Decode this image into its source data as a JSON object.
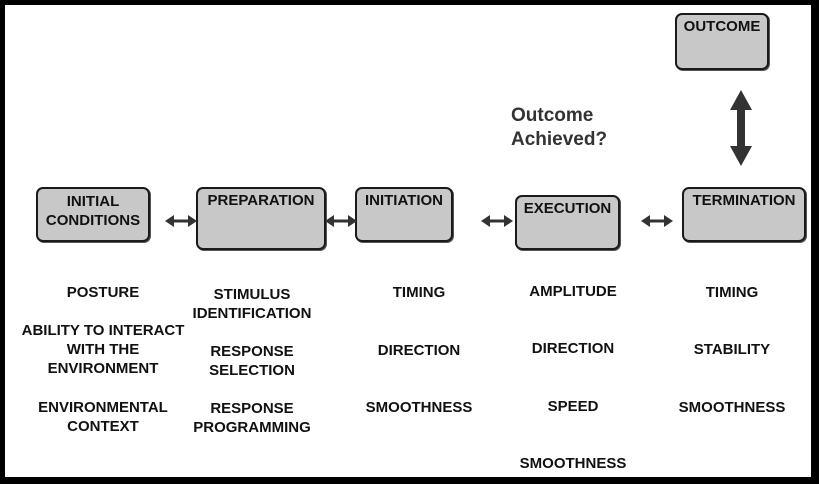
{
  "stages": [
    {
      "label": "INITIAL\nCONDITIONS"
    },
    {
      "label": "PREPARATION"
    },
    {
      "label": "INITIATION"
    },
    {
      "label": "EXECUTION"
    },
    {
      "label": "TERMINATION"
    }
  ],
  "outcome": {
    "label": "OUTCOME"
  },
  "question": "Outcome\nAchieved?",
  "attributes": {
    "initial": [
      "POSTURE",
      "ABILITY TO INTERACT\nWITH THE\nENVIRONMENT",
      "ENVIRONMENTAL\nCONTEXT"
    ],
    "preparation": [
      "STIMULUS\nIDENTIFICATION",
      "RESPONSE\nSELECTION",
      "RESPONSE\nPROGRAMMING"
    ],
    "initiation": [
      "TIMING",
      "DIRECTION",
      "SMOOTHNESS"
    ],
    "execution": [
      "AMPLITUDE",
      "DIRECTION",
      "SPEED",
      "SMOOTHNESS"
    ],
    "termination": [
      "TIMING",
      "STABILITY",
      "SMOOTHNESS"
    ]
  },
  "colors": {
    "box_fill": "#c8c8c8",
    "border": "#1a1a1a",
    "arrow": "#333333",
    "question_text": "#333333"
  }
}
